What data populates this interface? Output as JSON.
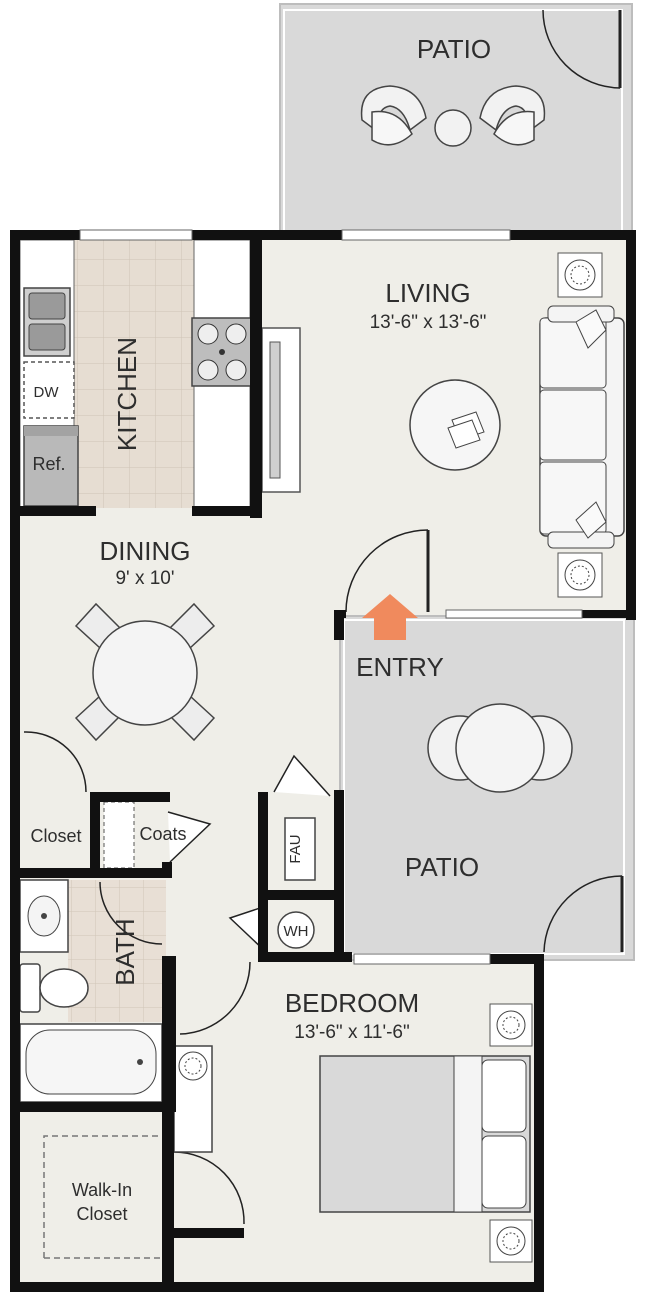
{
  "rooms": {
    "patio_top": {
      "name": "PATIO"
    },
    "living": {
      "name": "LIVING",
      "dims": "13'-6\" x 13'-6\""
    },
    "kitchen": {
      "name": "KITCHEN"
    },
    "dining": {
      "name": "DINING",
      "dims": "9' x 10'"
    },
    "entry": {
      "name": "ENTRY"
    },
    "patio_right": {
      "name": "PATIO"
    },
    "bedroom": {
      "name": "BEDROOM",
      "dims": "13'-6\" x 11'-6\""
    },
    "bath": {
      "name": "BATH"
    },
    "walk_in_closet": {
      "line1": "Walk-In",
      "line2": "Closet"
    },
    "closet": {
      "name": "Closet"
    },
    "coats": {
      "name": "Coats"
    }
  },
  "fixtures": {
    "dishwasher": "DW",
    "refrigerator": "Ref.",
    "furnace": "FAU",
    "water_heater": "WH"
  },
  "colors": {
    "wall": "#111111",
    "floor": "#efeee8",
    "patio": "#d9d9d9",
    "tile": "#e6ddd2",
    "entry_arrow": "#f08a5d"
  }
}
